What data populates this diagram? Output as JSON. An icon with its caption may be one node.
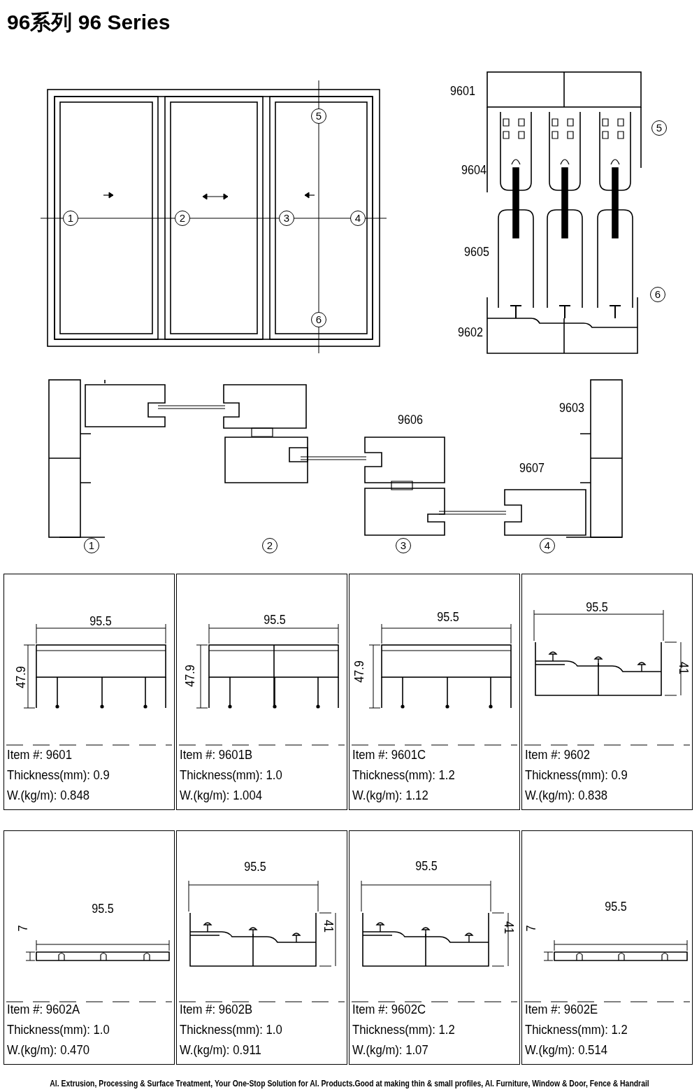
{
  "diagram": {
    "title": "96系列 96 Series",
    "nodes": [
      {
        "text": [
          "Item #: 9601",
          "Thickness(mm): 0.9",
          "W.(kg/m): 0.848"
        ]
      },
      {
        "text": [
          "Item #: 9601B",
          "Thickness(mm): 1.0",
          "W.(kg/m): 1.004"
        ]
      },
      {
        "text": [
          "Item #: 9601C",
          "Thickness(mm): 1.2",
          "W.(kg/m): 1.12"
        ]
      },
      {
        "text": [
          "Item #: 9602",
          "Thickness(mm): 0.9",
          "W.(kg/m): 0.838"
        ]
      },
      {
        "text": [
          "Item #: 9602A",
          "Thickness(mm): 1.0",
          "W.(kg/m): 0.470"
        ]
      },
      {
        "text": [
          "Item #: 9602B",
          "Thickness(mm): 1.0",
          "W.(kg/m): 0.911"
        ]
      },
      {
        "text": [
          "Item #: 9602C",
          "Thickness(mm): 1.2",
          "W.(kg/m): 1.07"
        ]
      },
      {
        "text": [
          "Item #: 9602E",
          "Thickness(mm): 1.2",
          "W.(kg/m): 0.514"
        ]
      }
    ],
    "labels": [
      "5",
      "1",
      "2",
      "3",
      "4",
      "6",
      "9601",
      "5",
      "9604",
      "9605",
      "6",
      "9602",
      "9606",
      "9603",
      "9607",
      "1",
      "2",
      "3",
      "4",
      "95.5",
      "47.9",
      "95.5",
      "47.9",
      "95.5",
      "47.9",
      "95.5",
      "41",
      "95.5",
      "7",
      "95.5",
      "41",
      "95.5",
      "41",
      "95.5",
      "7",
      "Al. Extrusion, Processing & Surface Treatment, Your One-Stop Solution for Al. Products.Good at making thin & small profiles, Al. Furniture, Window & Door, Fence & Handrail"
    ]
  }
}
